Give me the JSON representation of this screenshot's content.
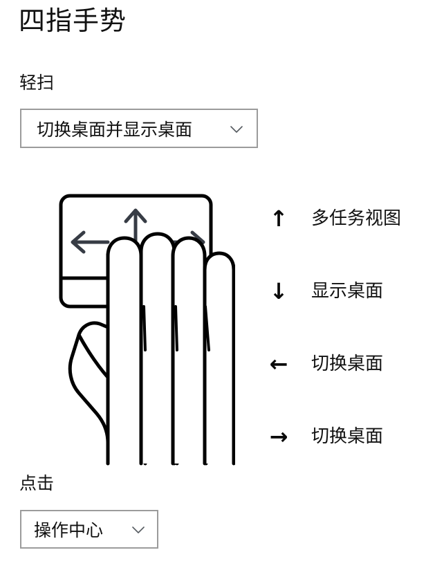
{
  "page": {
    "title": "四指手势",
    "background_color": "#ffffff",
    "text_color": "#111111"
  },
  "swipe_section": {
    "label": "轻扫",
    "dropdown": {
      "value": "切换桌面并显示桌面",
      "chevron_icon": "chevron-down-icon",
      "border_color": "#9b9b9b"
    }
  },
  "illustration": {
    "name": "four-finger-touchpad-gesture-diagram",
    "touchpad_outline_color": "#000000",
    "hand_outline_color": "#000000",
    "direction_arrow_color": "#373c45",
    "arrows": [
      "up-arrow-icon",
      "left-arrow-icon",
      "right-arrow-icon"
    ]
  },
  "legend": {
    "rows": [
      {
        "arrow": "↑",
        "arrow_icon": "up-arrow-icon",
        "label": "多任务视图"
      },
      {
        "arrow": "↓",
        "arrow_icon": "down-arrow-icon",
        "label": "显示桌面"
      },
      {
        "arrow": "←",
        "arrow_icon": "left-arrow-icon",
        "label": "切换桌面"
      },
      {
        "arrow": "→",
        "arrow_icon": "right-arrow-icon",
        "label": "切换桌面"
      }
    ]
  },
  "tap_section": {
    "label": "点击",
    "dropdown": {
      "value": "操作中心",
      "chevron_icon": "chevron-down-icon",
      "border_color": "#9b9b9b"
    }
  }
}
